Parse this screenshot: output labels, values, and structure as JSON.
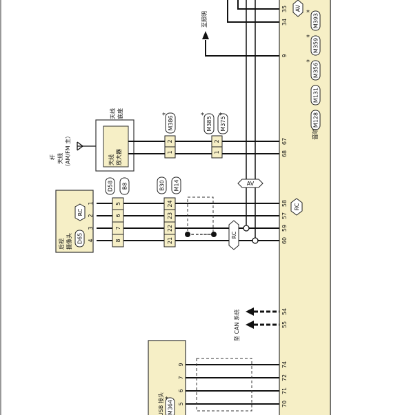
{
  "audio_unit": {
    "label": "音响单元",
    "connectors": [
      "M128",
      "M131",
      "M356",
      "M359",
      "M393"
    ],
    "pins_upper": [
      "34",
      "35"
    ],
    "pin_top_lamp": "9",
    "pins_antenna": [
      "67",
      "68"
    ],
    "pins_camera": [
      "58",
      "57",
      "59",
      "60"
    ],
    "pins_can": [
      "54",
      "55"
    ],
    "pins_usb": [
      "74",
      "72",
      "71",
      "70"
    ]
  },
  "signals": {
    "av": "AV",
    "rc": "RC"
  },
  "illumination": {
    "label": "至照明"
  },
  "antenna": {
    "rod_label": "杆\n天线\n（AM/FM 主）",
    "base_label": "天线\n底座",
    "amp_label": "天线\n放大器",
    "connectors": [
      "M386",
      "M385",
      "M375"
    ],
    "pins": [
      "2",
      "1"
    ],
    "star": "*"
  },
  "rear_camera": {
    "label": "后视\n摄像头",
    "connector": "D65",
    "pins": [
      "1",
      "2",
      "3",
      "4"
    ]
  },
  "junction_d58": {
    "connectors": [
      "D58",
      "B8"
    ],
    "pins": [
      "5",
      "6",
      "7",
      "8"
    ]
  },
  "junction_b30": {
    "connectors": [
      "B30",
      "M14"
    ],
    "pins": [
      "24",
      "23",
      "22",
      "21"
    ]
  },
  "can": {
    "label": "至 CAN 系统"
  },
  "usb": {
    "label": "USB 接头",
    "connector": "M364",
    "pins": [
      "9",
      "7",
      "6",
      "5"
    ],
    "star": "*"
  }
}
